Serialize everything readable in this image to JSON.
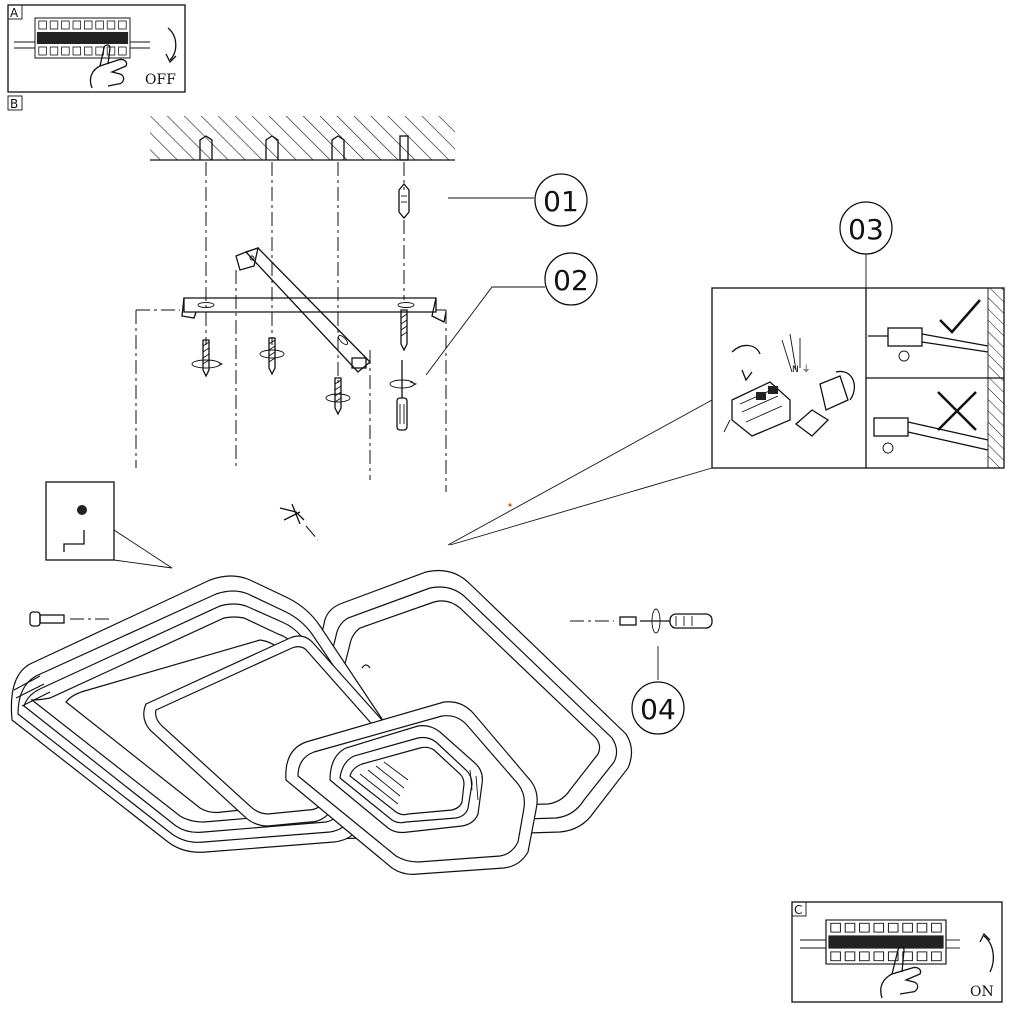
{
  "panels": {
    "a": {
      "letter": "A",
      "state_text": "OFF"
    },
    "b": {
      "letter": "B"
    },
    "c": {
      "letter": "C",
      "state_text": "ON"
    }
  },
  "callouts": [
    {
      "id": "01",
      "label": "01"
    },
    {
      "id": "02",
      "label": "02"
    },
    {
      "id": "03",
      "label": "03"
    },
    {
      "id": "04",
      "label": "04"
    }
  ],
  "wiring": {
    "terminal_marks": "N ⏚",
    "correct_icon": "check-icon",
    "incorrect_icon": "cross-icon"
  },
  "icons": [
    "breaker-switch-icon",
    "hand-icon",
    "rotate-arrow-icon",
    "screwdriver-icon",
    "wall-plug-icon",
    "screw-icon",
    "wire-connector-icon"
  ]
}
